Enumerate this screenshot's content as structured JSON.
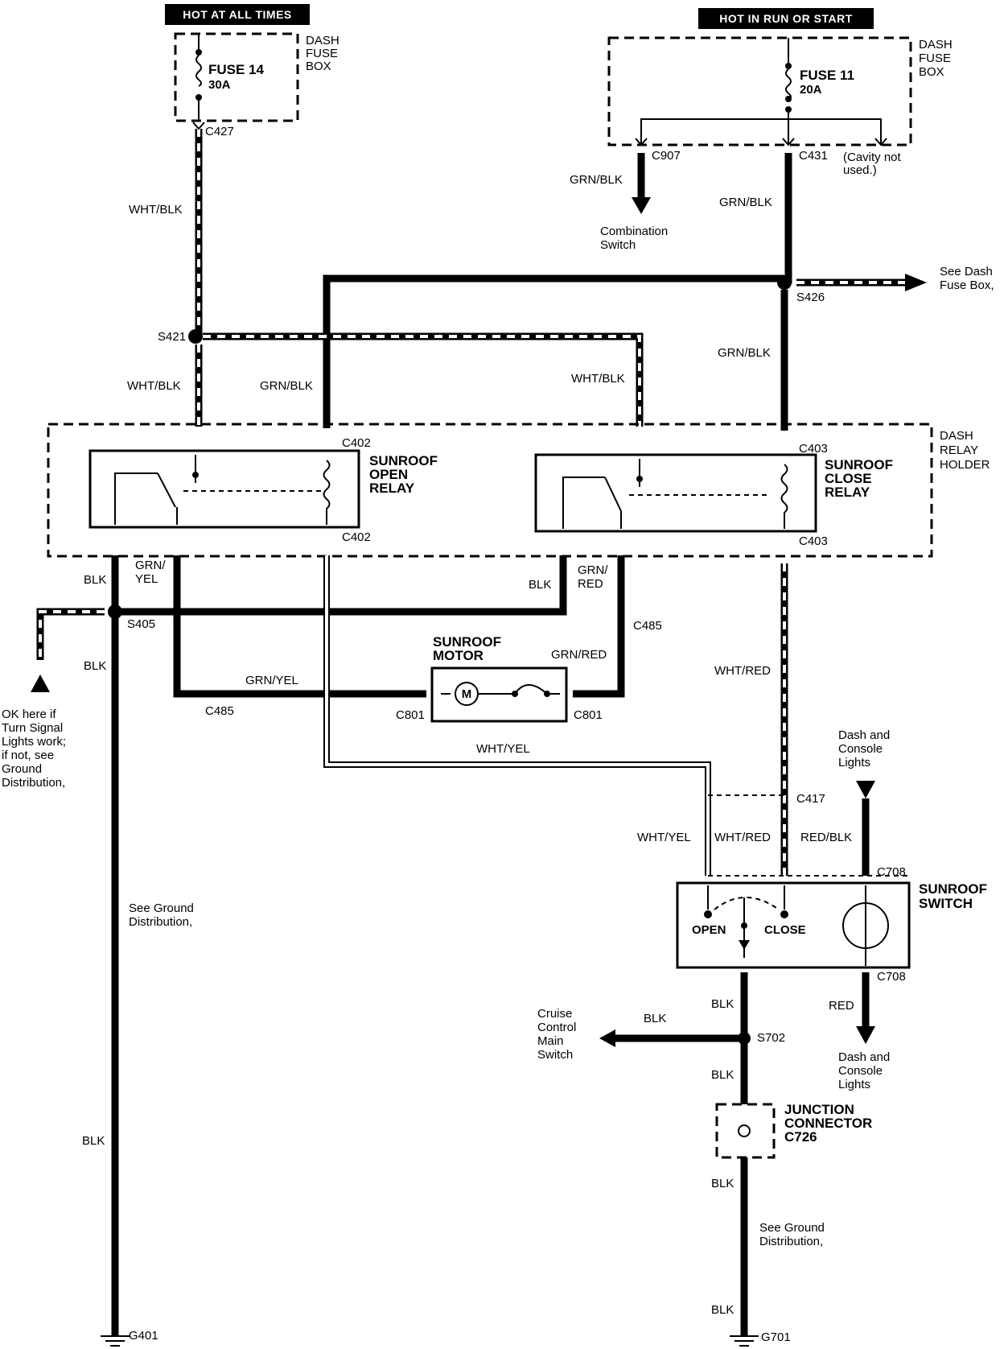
{
  "headers": {
    "hot_always": "HOT AT ALL TIMES",
    "hot_run_start": "HOT IN RUN OR START"
  },
  "fuse_boxes": {
    "left": {
      "fuse": "FUSE 14",
      "rating": "30A",
      "box_label": [
        "DASH",
        "FUSE",
        "BOX"
      ]
    },
    "right": {
      "fuse": "FUSE 11",
      "rating": "20A",
      "box_label": [
        "DASH",
        "FUSE",
        "BOX"
      ]
    }
  },
  "relays": {
    "holder_label": [
      "DASH",
      "RELAY",
      "HOLDER"
    ],
    "open": [
      "SUNROOF",
      "OPEN",
      "RELAY"
    ],
    "close": [
      "SUNROOF",
      "CLOSE",
      "RELAY"
    ]
  },
  "motor": [
    "SUNROOF",
    "MOTOR"
  ],
  "motor_symbol": "M",
  "switch": {
    "title": [
      "SUNROOF",
      "SWITCH"
    ],
    "open": "OPEN",
    "close": "CLOSE"
  },
  "junction": [
    "JUNCTION",
    "CONNECTOR",
    "C726"
  ],
  "connectors": {
    "c427": "C427",
    "c907": "C907",
    "c431": "C431",
    "c402_top": "C402",
    "c402_bot": "C402",
    "c403_top": "C403",
    "c403_bot": "C403",
    "c485_left": "C485",
    "c485_right": "C485",
    "c801_left": "C801",
    "c801_right": "C801",
    "c417": "C417",
    "c708_top": "C708",
    "c708_bot": "C708"
  },
  "splices": {
    "s421": "S421",
    "s426": "S426",
    "s405": "S405",
    "s702": "S702"
  },
  "grounds": {
    "g401": "G401",
    "g701": "G701"
  },
  "wires": {
    "wht_blk_1": "WHT/BLK",
    "wht_blk_2": "WHT/BLK",
    "wht_blk_3": "WHT/BLK",
    "grn_blk_c907": "GRN/BLK",
    "grn_blk_c431": "GRN/BLK",
    "grn_blk_relay": "GRN/BLK",
    "grn_blk_s426": "GRN/BLK",
    "blk_open": "BLK",
    "grn_yel_open": [
      "GRN/",
      "YEL"
    ],
    "blk_close": "BLK",
    "grn_red_close": [
      "GRN/",
      "RED"
    ],
    "blk_s405": "BLK",
    "grn_yel_motor": "GRN/YEL",
    "grn_red_motor": "GRN/RED",
    "wht_red": "WHT/RED",
    "wht_yel": "WHT/YEL",
    "wht_yel_sw": "WHT/YEL",
    "wht_red_sw": "WHT/RED",
    "red_blk_sw": "RED/BLK",
    "blk_sw1": "BLK",
    "blk_cruise": "BLK",
    "blk_sw2": "BLK",
    "blk_sw3": "BLK",
    "blk_sw4": "BLK",
    "red_sw": "RED",
    "blk_left": "BLK"
  },
  "notes": {
    "cavity": [
      "(Cavity not",
      "used.)"
    ],
    "combination": [
      "Combination",
      "Switch"
    ],
    "see_dash": [
      "See Dash",
      "Fuse Box,"
    ],
    "ok_here": [
      "OK here if",
      "Turn Signal",
      "Lights work;",
      "if not, see",
      "Ground",
      "Distribution,"
    ],
    "see_ground_left": [
      "See Ground",
      "Distribution,"
    ],
    "see_ground_right": [
      "See Ground",
      "Distribution,"
    ],
    "dash_console_top": [
      "Dash and",
      "Console",
      "Lights"
    ],
    "dash_console_bot": [
      "Dash and",
      "Console",
      "Lights"
    ],
    "cruise": [
      "Cruise",
      "Control",
      "Main",
      "Switch"
    ]
  }
}
